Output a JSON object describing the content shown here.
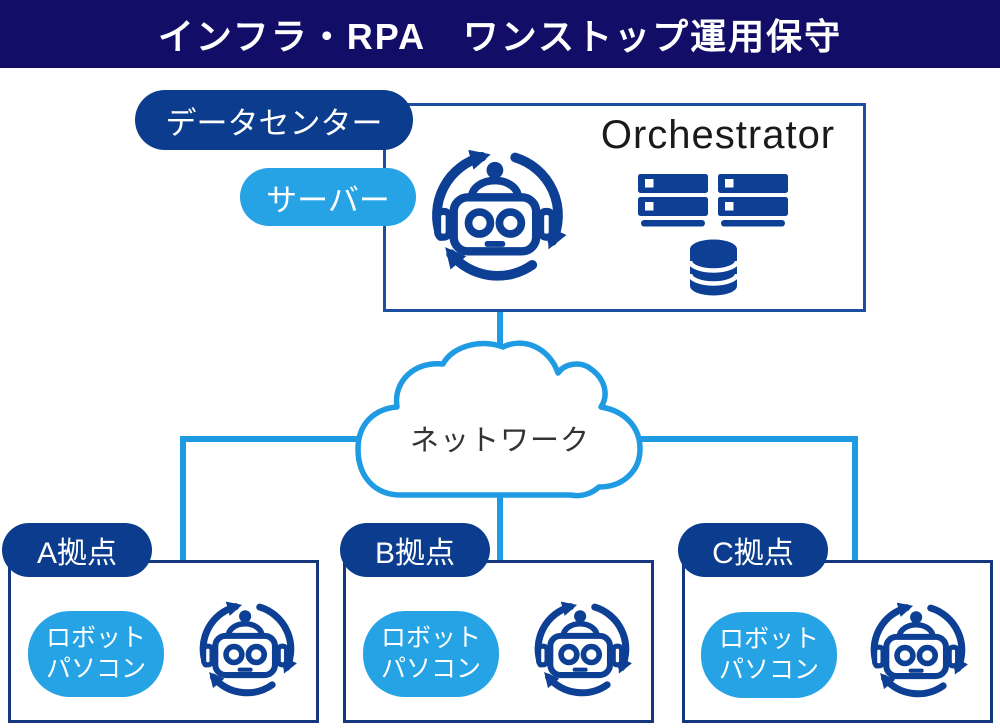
{
  "banner": {
    "title": "インフラ・RPA　ワンストップ運用保守"
  },
  "datacenter": {
    "label": "データセンター",
    "server_label": "サーバー",
    "orchestrator": "Orchestrator"
  },
  "network": {
    "label": "ネットワーク"
  },
  "sites": [
    {
      "name": "A拠点",
      "robot_pc": [
        "ロボット",
        "パソコン"
      ]
    },
    {
      "name": "B拠点",
      "robot_pc": [
        "ロボット",
        "パソコン"
      ]
    },
    {
      "name": "C拠点",
      "robot_pc": [
        "ロボット",
        "パソコン"
      ]
    }
  ],
  "icons": {
    "robot": "robot-sync-icon",
    "server": "server-rack-icon",
    "database": "database-icon",
    "cloud": "cloud-shape"
  },
  "colors": {
    "banner_bg": "#120E67",
    "dark_pill": "#0B3C8D",
    "light_pill": "#26A3E4",
    "icon_blue": "#0D3F94",
    "connector_blue": "#1F9BE4",
    "orchestrator_border": "#1C4FA0",
    "site_border": "#16367E"
  }
}
